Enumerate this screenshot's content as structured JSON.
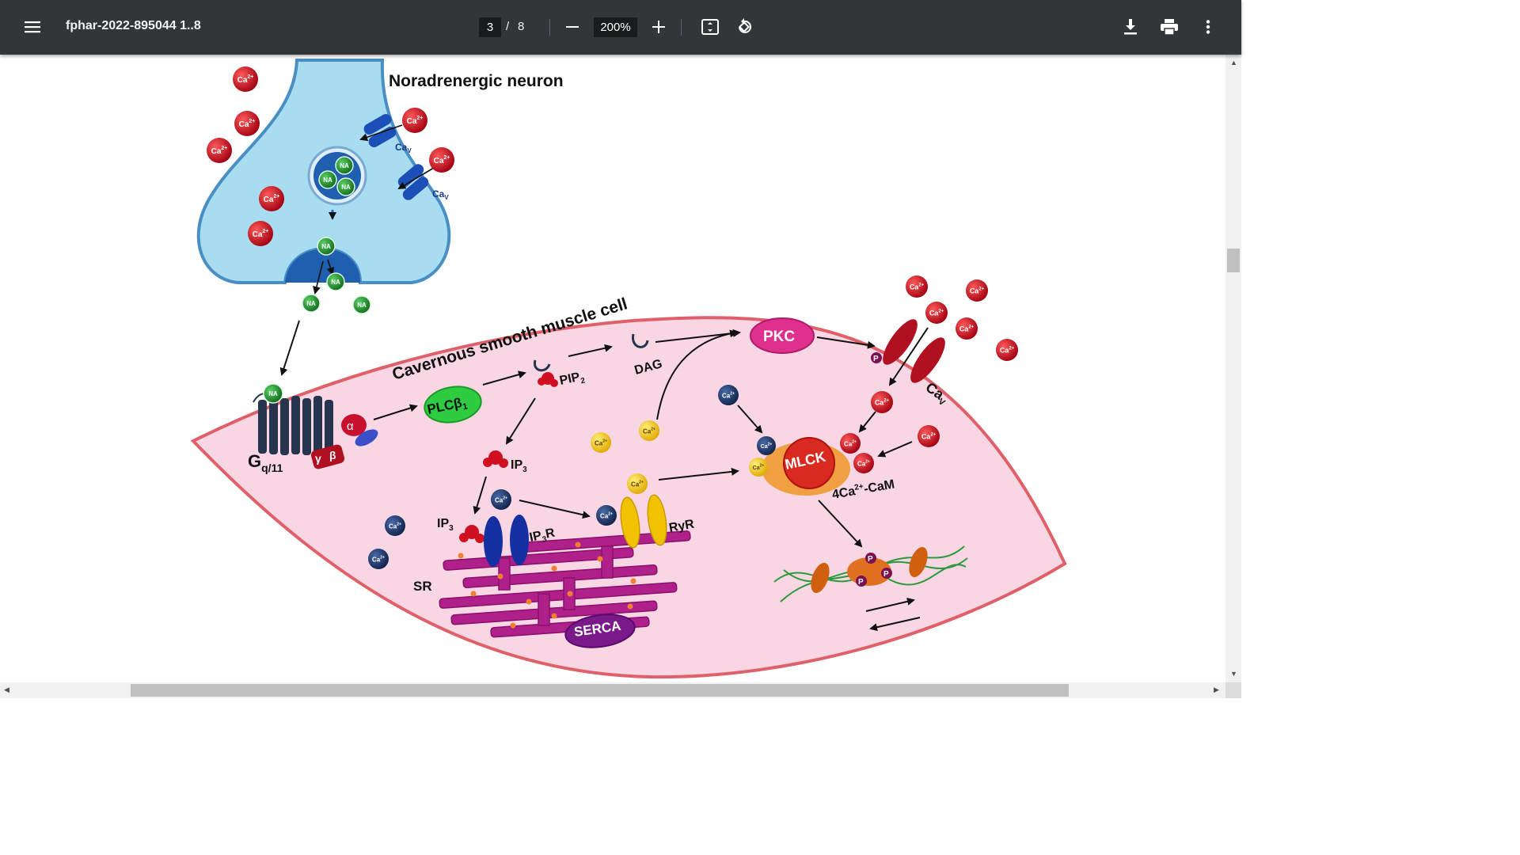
{
  "toolbar": {
    "title": "fphar-2022-895044 1..8",
    "current_page": "3",
    "page_separator": "/",
    "total_pages": "8",
    "zoom": "200%",
    "icons": [
      "menu-icon",
      "zoom-out-icon",
      "zoom-in-icon",
      "fit-page-icon",
      "rotate-icon",
      "download-icon",
      "print-icon",
      "more-vert-icon"
    ]
  },
  "figure": {
    "neuron_label": "Noradrenergic neuron",
    "muscle_label": "Cavernous smooth muscle cell",
    "ion": "Ca",
    "ion_charge": "2+",
    "na": "NA",
    "cav": "Ca",
    "cav_sub": "V",
    "gq": "G",
    "gq_sub": "q/11",
    "alpha": "α",
    "gamma": "γ",
    "beta": "β",
    "plc": "PLCβ",
    "plc_sub": "1",
    "pip": "PIP",
    "pip_sub": "2",
    "dag": "DAG",
    "pkc": "PKC",
    "ip3": "IP",
    "ip3_sub": "3",
    "ip3r": "IP",
    "ip3r_sub": "3",
    "ip3r_suffix": "R",
    "ryr": "RyR",
    "sr": "SR",
    "serca": "SERCA",
    "mlck": "MLCK",
    "cam_prefix": "4Ca",
    "cam_sup": "2+",
    "cam_suffix": "-CaM",
    "p": "P",
    "colors": {
      "neuron_fill": "#a8dcf0",
      "neuron_stroke": "#4a8fc4",
      "cell_fill": "#f8d6e3",
      "cell_stroke": "#e0606a",
      "ca_red": "#c8102e",
      "ca_navy": "#1e3a6e",
      "ca_yellow": "#f2c200",
      "na_green": "#1f8a2a",
      "plc_green": "#2ecc40",
      "pkc_magenta": "#e0308e",
      "sr_magenta": "#b0208a",
      "mlck_orange": "#e06020"
    }
  }
}
